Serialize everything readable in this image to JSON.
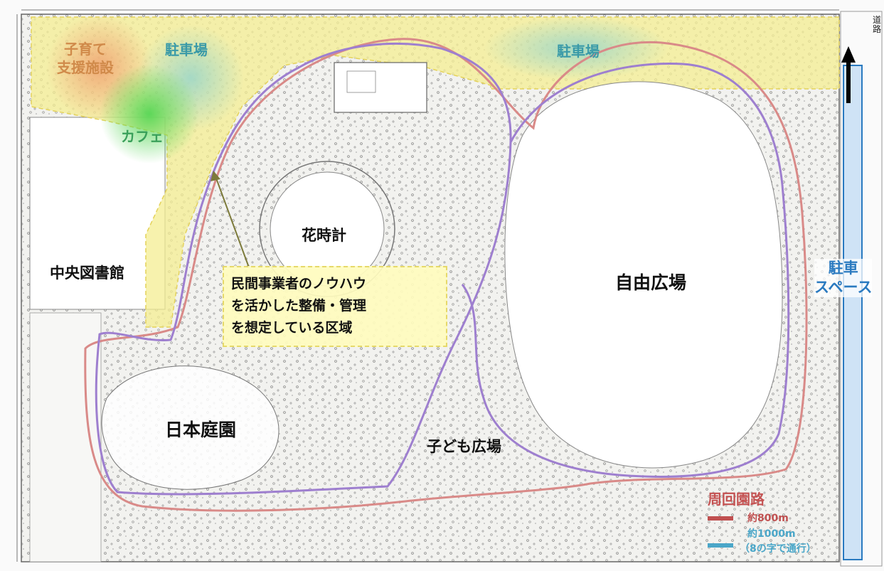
{
  "map": {
    "labels": {
      "childcare": [
        "子育て",
        "支援施設"
      ],
      "parking_nw": "駐車場",
      "parking_north": "駐車場",
      "cafe": "カフェ",
      "flower_clock": "花時計",
      "central_library": "中央図書館",
      "free_plaza": "自由広場",
      "japanese_garden": "日本庭園",
      "children_plaza": "子ども広場",
      "road": "道路",
      "parking_space": [
        "駐車",
        "スペース"
      ]
    },
    "callout": {
      "lines": [
        "民間事業者のノウハウ",
        "を活かした整備・管理",
        "を想定している区域"
      ]
    },
    "legend": {
      "title": "周回園路",
      "items": [
        {
          "label": "約800m",
          "color": "#c05050"
        },
        {
          "label": "約1000m",
          "color": "#4aa6c8"
        },
        {
          "label": "（8の字で通行）",
          "color": "#4aa6c8"
        }
      ]
    },
    "colors": {
      "route_800": "#d98a88",
      "route_1000": "#9e7fcf",
      "private_zone": "#f4ed92",
      "parking_zone": "#9dd7c8",
      "cafe_zone": "#62d962",
      "childcare_zone": "#f0a070",
      "parking_space_outline": "#2a7ac0",
      "arrow": "#000000"
    }
  }
}
